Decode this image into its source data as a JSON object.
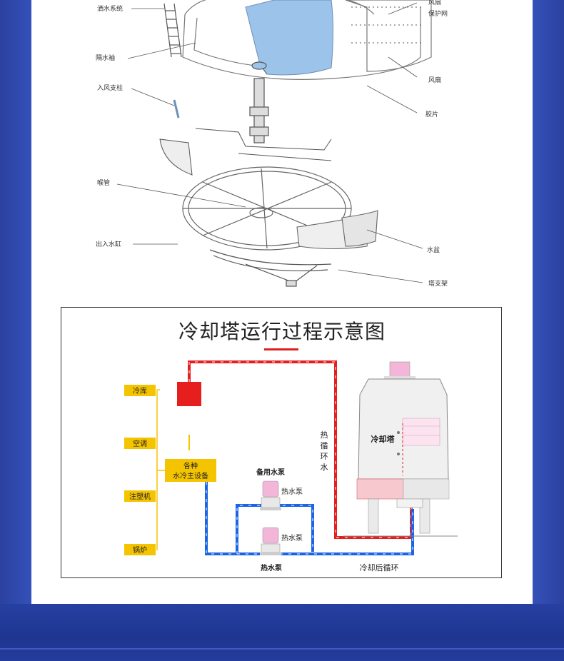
{
  "exploded": {
    "labels": {
      "sprinkler": "洒水系统",
      "water_rod": "隔水袖",
      "inlet_column": "入风支柱",
      "pipe": "喉管",
      "inout_tank": "出入水缸",
      "fan_top": "风扇",
      "guard_net": "保护网",
      "fan": "风扇",
      "fill": "胶片",
      "basin": "水盆",
      "stand": "塔支架"
    }
  },
  "process": {
    "title": "冷却塔运行过程示意图",
    "left_items": [
      "冷库",
      "空调",
      "注塑机",
      "锅炉"
    ],
    "equipment": "各种\n水冷主设备",
    "equipment_l1": "各种",
    "equipment_l2": "水冷主设备",
    "backup_pump": "备用水泵",
    "hot_pump_1": "热水泵",
    "hot_pump_2": "热水泵",
    "hot_pump_bottom": "热水泵",
    "tower": "冷却塔",
    "hot_cycle": "热循环水",
    "hot_cycle_chars": [
      "热",
      "循",
      "环",
      "水"
    ],
    "after_cool": "冷却后循环",
    "colors": {
      "hot": "#e61e1e",
      "cold": "#1a64e6",
      "tag": "#f5c400"
    }
  }
}
